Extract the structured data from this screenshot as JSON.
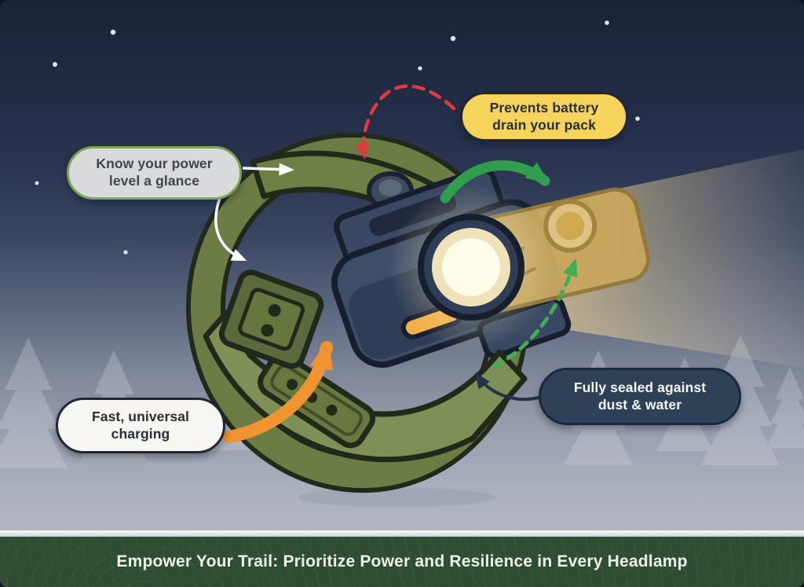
{
  "callouts": {
    "battery_drain": {
      "line1": "Prevents battery",
      "line2": "drain your pack"
    },
    "power_level": {
      "line1": "Know your power",
      "line2": "level a glance"
    },
    "fast_charging": {
      "line1": "Fast, universal",
      "line2": "charging"
    },
    "fully_sealed": {
      "line1": "Fully sealed against",
      "line2": "dust & water"
    }
  },
  "banner": {
    "title": "Empower Your Trail: Prioritize Power and Resilience in Every Headlamp"
  },
  "colors": {
    "sky_top": "#1b2337",
    "sky_bottom": "#b6bac2",
    "banner_green": "#2e4d33",
    "callout_yellow": "#f6d45c",
    "callout_gray": "#d8dadb",
    "callout_gray_border": "#7ba657",
    "callout_white": "#f7f6f3",
    "callout_navy": "#2e4157",
    "strap_olive": "#6b7c45",
    "strap_olive_light": "#7e9057",
    "lamp_navy": "#3e4e68",
    "beam_warm": "#e0c486",
    "arrow_red": "#e03a3e",
    "arrow_green": "#2f9e4f",
    "arrow_orange": "#ef9431",
    "arrow_navy": "#25324a",
    "arrow_white": "#ffffff"
  }
}
